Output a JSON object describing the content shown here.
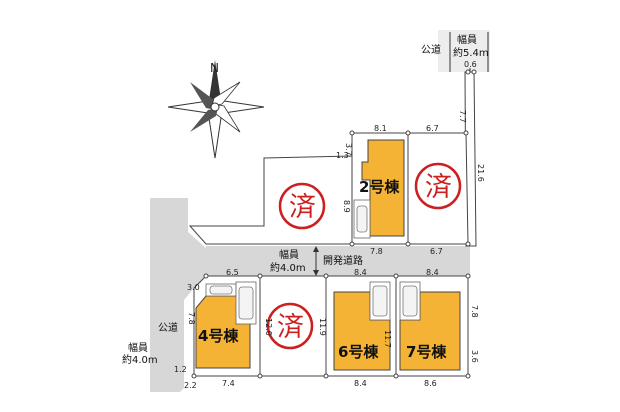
{
  "north": {
    "label": "N"
  },
  "roads": {
    "public_top": {
      "label": "公道",
      "width_label": "幅員",
      "width_value": "約5.4m"
    },
    "dev_road": {
      "width_label": "幅員",
      "width_value": "約4.0m",
      "label": "開発道路"
    },
    "public_left": {
      "label": "公道",
      "width_label": "幅員",
      "width_value": "約4.0m"
    }
  },
  "buildings": {
    "b2": "2号棟",
    "b4": "4号棟",
    "b6": "6号棟",
    "b7": "7号棟"
  },
  "sold_mark": "済",
  "dims": {
    "d06": "0.6",
    "d77": "7.7",
    "d216": "21.6",
    "d81": "8.1",
    "d67a": "6.7",
    "d13": "1.3",
    "d37": "3.7",
    "d89": "8.9",
    "d78a": "7.8",
    "d67b": "6.7",
    "d65": "6.5",
    "d30": "3.0",
    "d78b": "7.8",
    "d120": "12.0",
    "d119": "11.9",
    "d84a": "8.4",
    "d84b": "8.4",
    "d117": "11.7",
    "d78c": "7.8",
    "d36": "3.6",
    "d12": "1.2",
    "d22": "2.2",
    "d74": "7.4",
    "d84c": "8.4",
    "d86": "8.6"
  },
  "colors": {
    "building": "#f5b335",
    "sold": "#cc1f1f",
    "road": "#d7d7d7"
  }
}
